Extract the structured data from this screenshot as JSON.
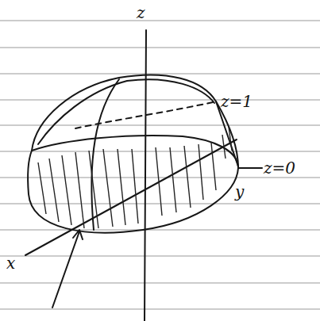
{
  "diagram": {
    "labels": [
      "z",
      "z=1",
      "z=0",
      "y",
      "x"
    ]
  }
}
